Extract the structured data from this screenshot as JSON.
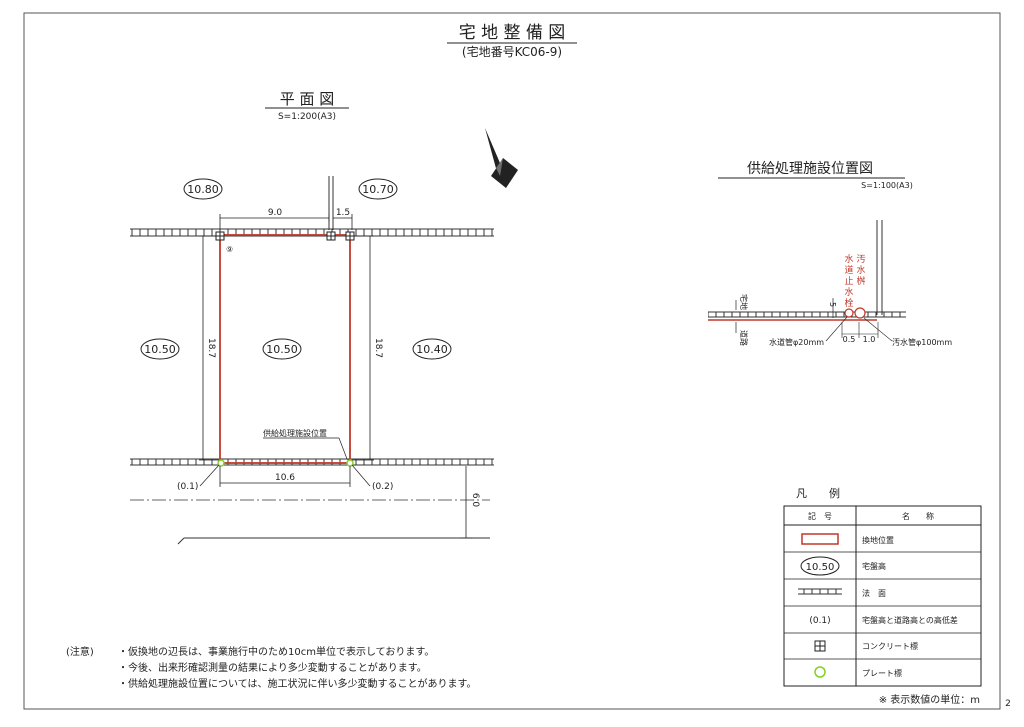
{
  "sheet": {
    "title": "宅 地 整 備 図",
    "subtitle": "(宅地番号KC06-9)",
    "page_number": "2"
  },
  "plan": {
    "title": "平 面 図",
    "scale": "S=1:200(A3)",
    "elevations": {
      "top_left": "10.80",
      "top_right": "10.70",
      "left": "10.50",
      "center": "10.50",
      "right": "10.40"
    },
    "dims": {
      "top_width": "9.0",
      "top_offset": "1.5",
      "left_depth": "18.7",
      "right_depth": "18.7",
      "bottom_width": "10.6",
      "road_width": "6.0"
    },
    "marker_9": "⑨",
    "supply_label": "供給処理施設位置",
    "diff_left": "(0.1)",
    "diff_right": "(0.2)"
  },
  "supply": {
    "title": "供給処理施設位置図",
    "scale": "S=1:100(A3)",
    "lot_label": "宅地",
    "road_label": "道路",
    "water_stop_label": "水道止水栓",
    "sewer_box_label": "汚水桝",
    "water_pipe": "水道管φ20mm",
    "sewer_pipe": "汚水管φ100mm",
    "dim_vertical": "5",
    "dim_a": "0.5",
    "dim_b": "1.0"
  },
  "legend": {
    "title": "凡　　例",
    "col_symbol": "記　号",
    "col_name": "名　　称",
    "rows": [
      {
        "name": "換地位置"
      },
      {
        "symbol_text": "10.50",
        "name": "宅盤高"
      },
      {
        "name": "法　面"
      },
      {
        "symbol_text": "(0.1)",
        "name": "宅盤高と道路高との高低差"
      },
      {
        "name": "コンクリート標"
      },
      {
        "name": "プレート標"
      }
    ],
    "unit_note": "※ 表示数値の単位：m"
  },
  "notes": {
    "label": "(注意)",
    "lines": [
      "・仮換地の辺長は、事業施行中のため10cm単位で表示しております。",
      "・今後、出来形確認測量の結果により多少変動することがあります。",
      "・供給処理施設位置については、施工状況に伴い多少変動することがあります。"
    ]
  },
  "colors": {
    "lot_line": "#c0392b",
    "ink": "#222222",
    "plate": "#7fd321"
  }
}
